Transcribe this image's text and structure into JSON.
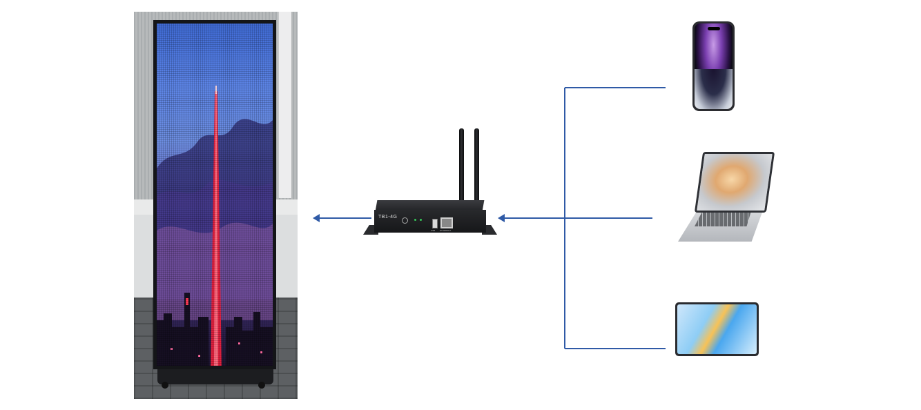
{
  "controller": {
    "model": "TB1-4G",
    "usb_label": "USB",
    "ethernet_label": "ETHERNET"
  },
  "colors": {
    "connector_line": "#2f5aa6",
    "background": "#ffffff"
  },
  "devices": {
    "display": "led-poster-screen",
    "inputs": [
      "smartphone",
      "laptop",
      "tablet"
    ]
  }
}
